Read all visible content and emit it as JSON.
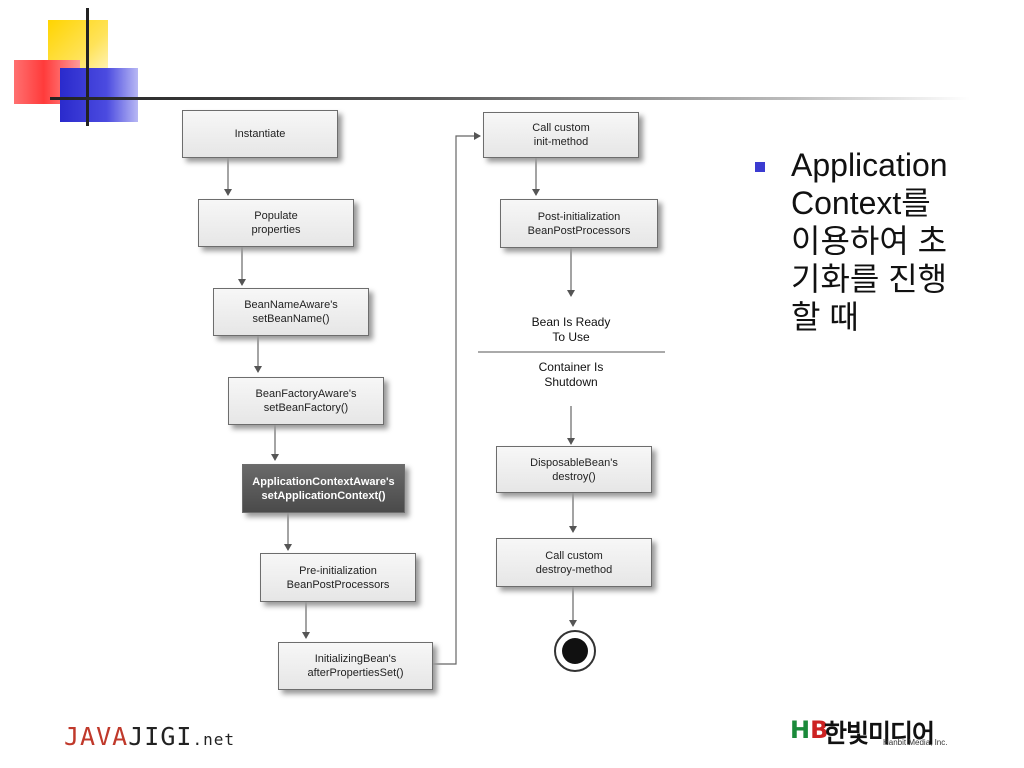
{
  "diagram": {
    "left_column": [
      {
        "id": "instantiate",
        "label": "Instantiate"
      },
      {
        "id": "populate",
        "label": "Populate\nproperties"
      },
      {
        "id": "bean-name-aware",
        "label": "BeanNameAware's\nsetBeanName()"
      },
      {
        "id": "bean-factory-aware",
        "label": "BeanFactoryAware's\nsetBeanFactory()"
      },
      {
        "id": "app-context-aware",
        "label": "ApplicationContextAware's\nsetApplicationContext()",
        "highlighted": true
      },
      {
        "id": "pre-init",
        "label": "Pre-initialization\nBeanPostProcessors"
      },
      {
        "id": "initializing-bean",
        "label": "InitializingBean's\nafterPropertiesSet()"
      }
    ],
    "right_column": [
      {
        "id": "custom-init",
        "label": "Call custom\ninit-method"
      },
      {
        "id": "post-init",
        "label": "Post-initialization\nBeanPostProcessors"
      },
      {
        "id": "ready",
        "label": "Bean Is Ready\nTo Use"
      },
      {
        "id": "shutdown",
        "label": "Container Is\nShutdown"
      },
      {
        "id": "disposable",
        "label": "DisposableBean's\ndestroy()"
      },
      {
        "id": "custom-destroy",
        "label": "Call custom\ndestroy-method"
      }
    ]
  },
  "bullet": {
    "text": "ApplicationContext를 이용하여 초기화를 진행할 때"
  },
  "footer": {
    "javajigi_java": "JAVA",
    "javajigi_jigi": "JIGI",
    "javajigi_net": ".net",
    "hanbit_mark_h": "H",
    "hanbit_mark_b": "B",
    "hanbit_name": "한빛미디어",
    "hanbit_sub": "Hanbit Media, Inc."
  },
  "colors": {
    "accent_yellow": "#ffd400",
    "accent_red": "#ff3b3b",
    "accent_blue": "#3b3bd1",
    "highlight_box": "#555555"
  }
}
